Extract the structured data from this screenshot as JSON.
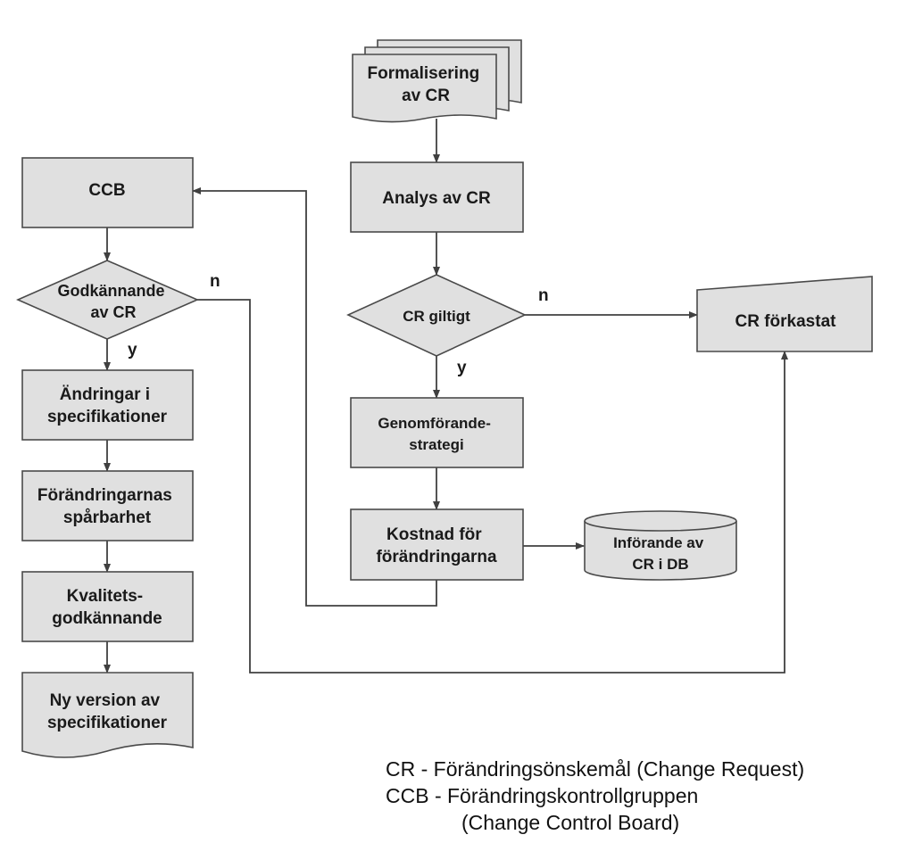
{
  "nodes": {
    "formalisering": [
      "Formalisering",
      "av CR"
    ],
    "analys": [
      "Analys av CR"
    ],
    "giltigt": [
      "CR giltigt"
    ],
    "genomforande": [
      "Genomförande-",
      "strategi"
    ],
    "kostnad": [
      "Kostnad för",
      "förändringarna"
    ],
    "inforande": [
      "Införande av",
      "CR i DB"
    ],
    "forkastat": [
      "CR förkastat"
    ],
    "ccb": [
      "CCB"
    ],
    "godkannande": [
      "Godkännande",
      "av CR"
    ],
    "andringar": [
      "Ändringar i",
      "specifikationer"
    ],
    "sparbarhet": [
      "Förändringarnas",
      "spårbarhet"
    ],
    "kvalitet": [
      "Kvalitets-",
      "godkännande"
    ],
    "nyversion": [
      "Ny version av",
      "specifikationer"
    ]
  },
  "edge_labels": {
    "giltigt_no": "n",
    "giltigt_yes": "y",
    "godkannande_no": "n",
    "godkannande_yes": "y"
  },
  "legend": [
    "CR - Förändringsönskemål (Change Request)",
    "CCB - Förändringskontrollgruppen",
    "(Change Control Board)"
  ]
}
